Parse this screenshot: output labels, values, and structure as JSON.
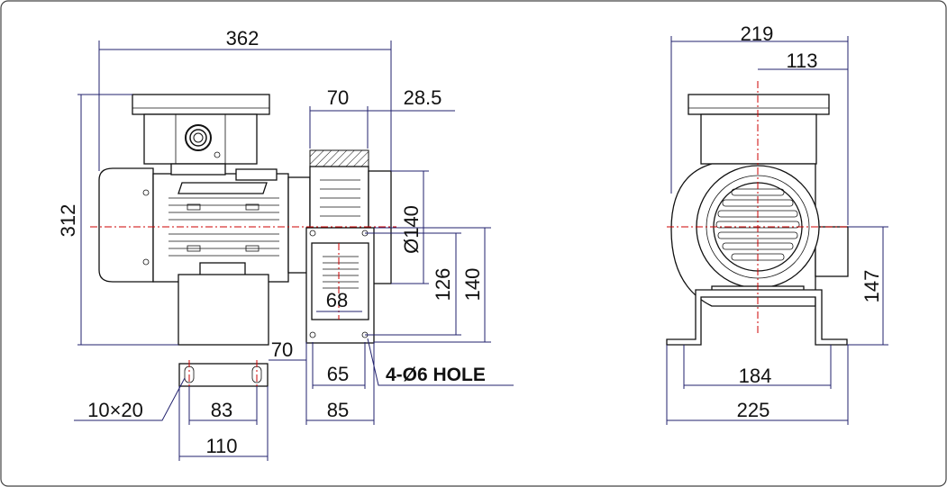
{
  "drawing": {
    "side_view": {
      "overall_length": "362",
      "overall_height": "312",
      "housing_width": "70",
      "outlet_offset": "28.5",
      "inlet_diameter": "Ø140",
      "flange_inner_height": "126",
      "flange_outer_height": "140",
      "outlet_width": "68",
      "foot_offset": "70",
      "hole_spacing": "65",
      "flange_width": "85",
      "hole_note": "4-Ø6 HOLE"
    },
    "foot_detail": {
      "slot_size": "10×20",
      "slot_spacing": "83",
      "foot_width": "110"
    },
    "front_view": {
      "overall_width": "219",
      "center_offset": "113",
      "center_height": "147",
      "base_hole_spacing": "184",
      "base_width": "225"
    }
  },
  "colors": {
    "dimension": "#22226e",
    "centerline": "#cc0000",
    "border": "#333333"
  }
}
